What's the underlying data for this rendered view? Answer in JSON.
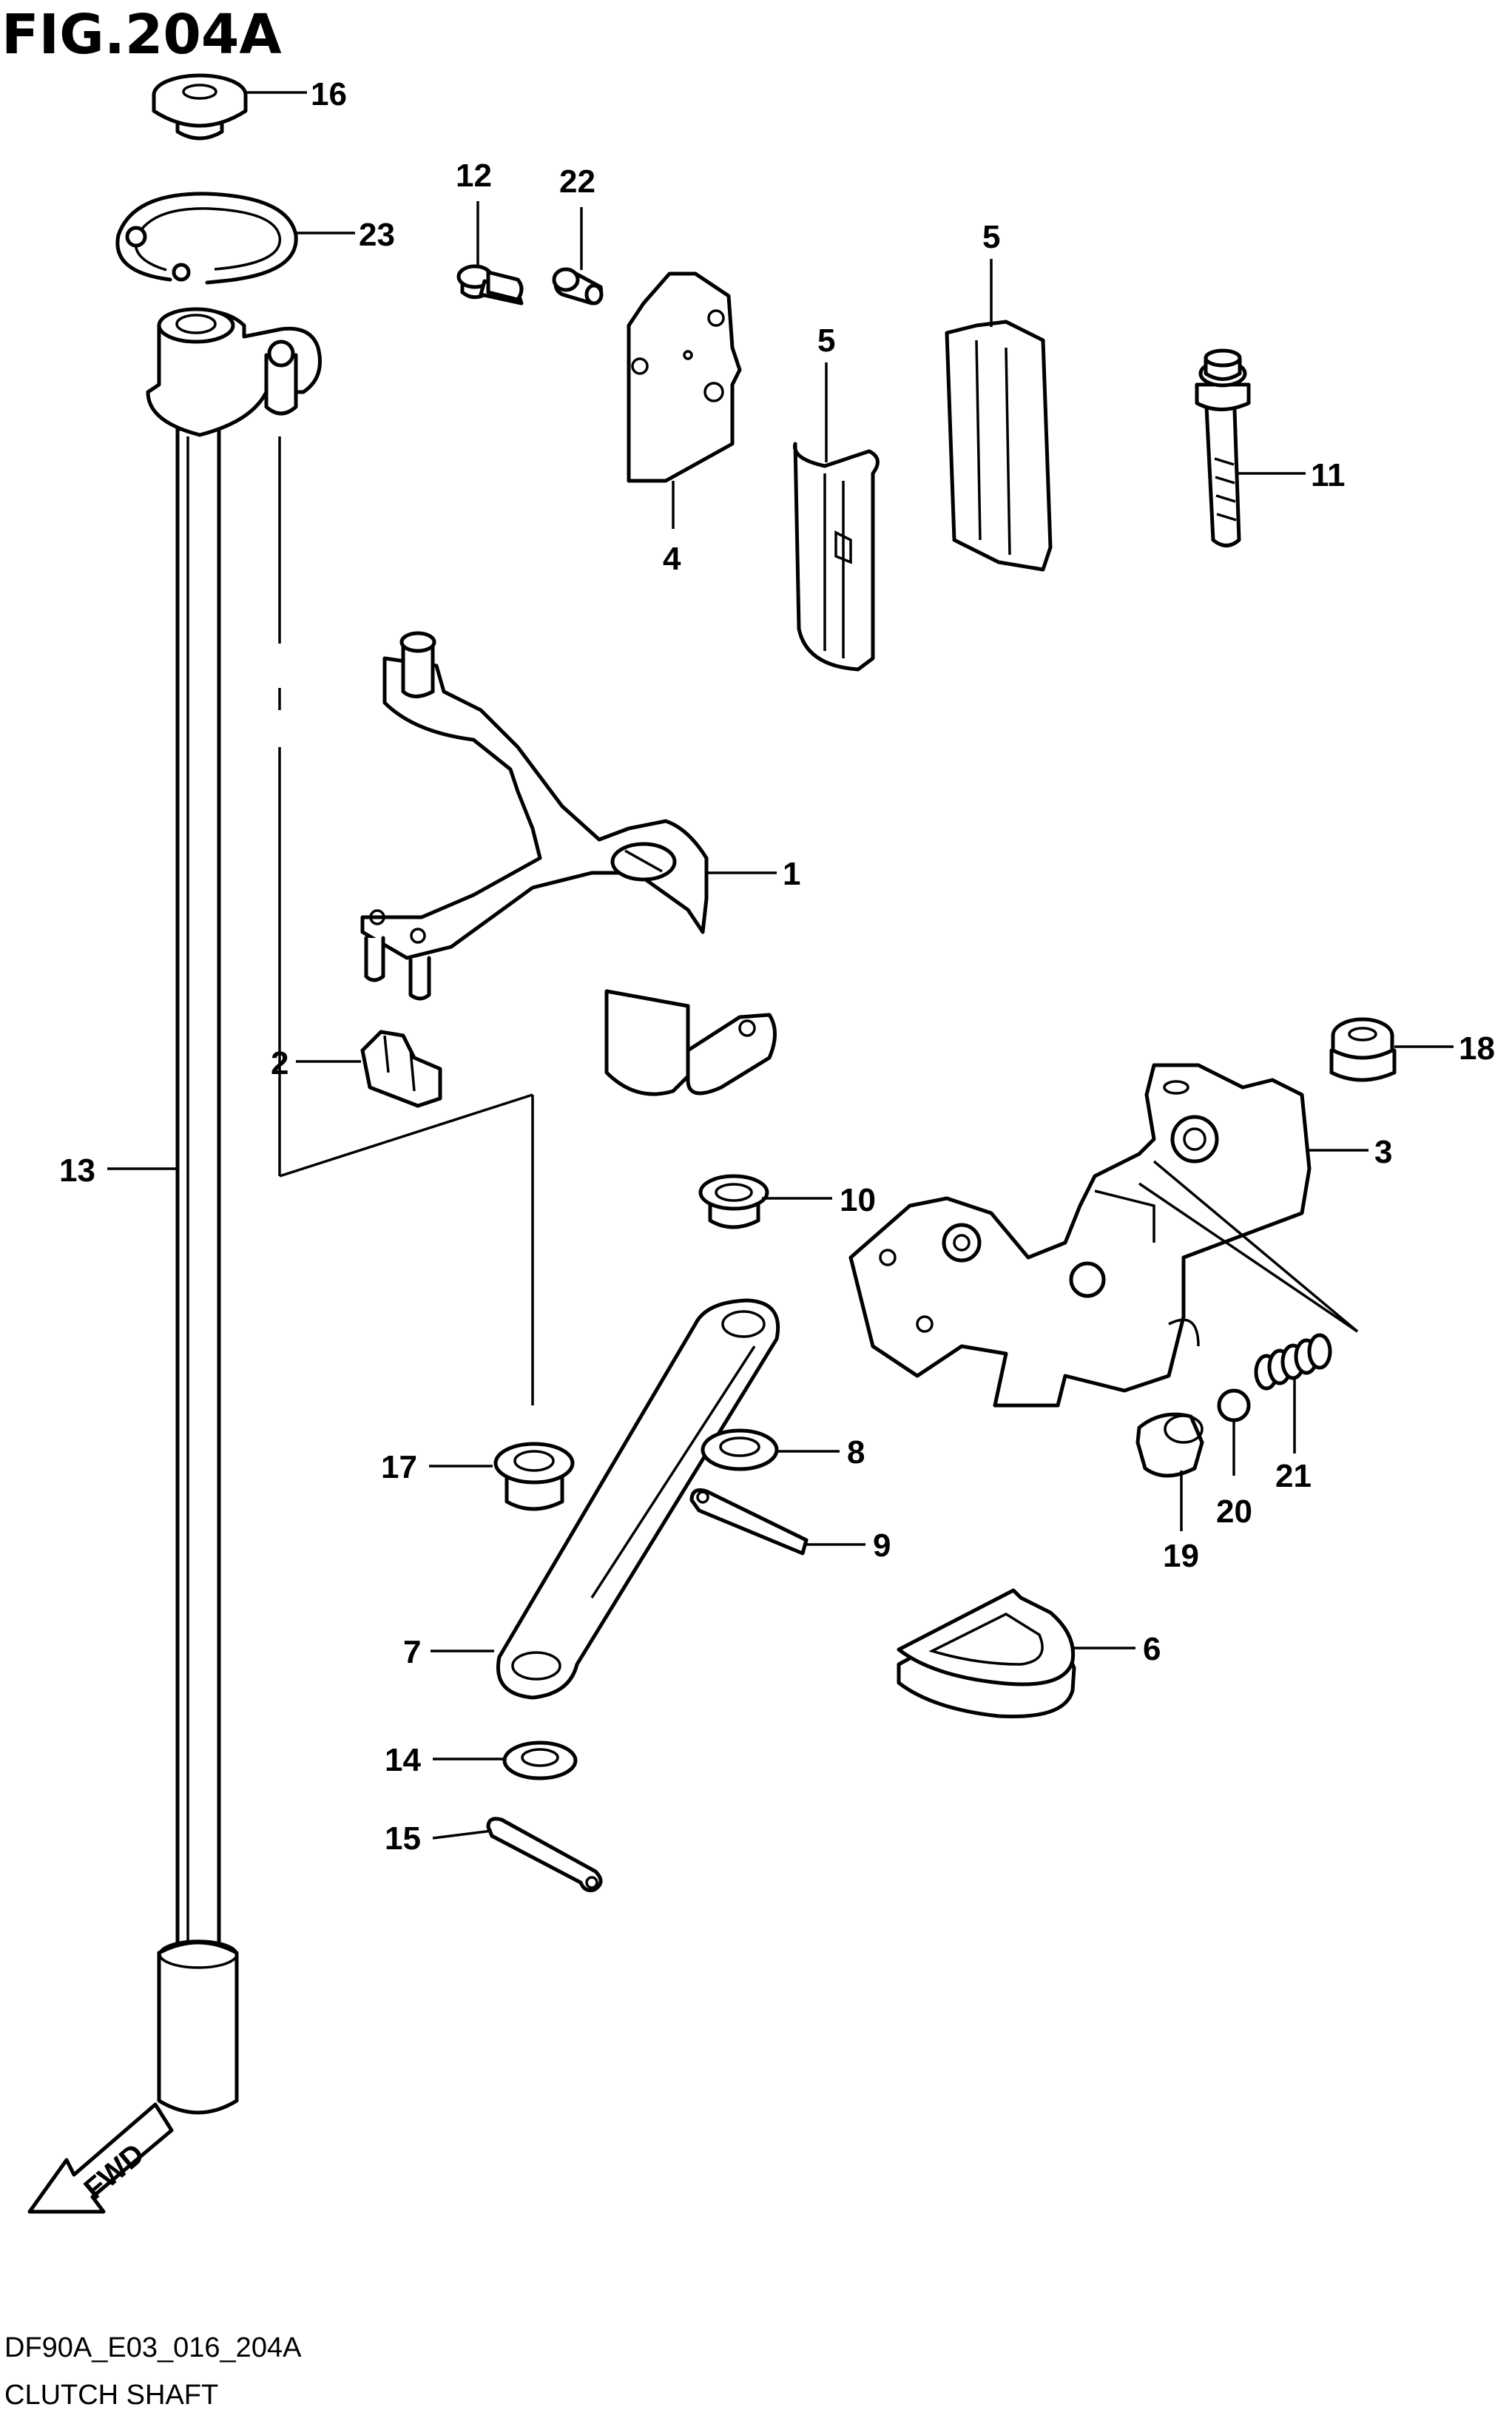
{
  "figure": {
    "title": "FIG.204A",
    "code": "DF90A_E03_016_204A",
    "caption": "CLUTCH SHAFT"
  },
  "direction_marker": {
    "label": "FWD",
    "icon": "forward-arrow-icon"
  },
  "callouts": [
    {
      "id": "c1",
      "label": "1"
    },
    {
      "id": "c2",
      "label": "2"
    },
    {
      "id": "c3",
      "label": "3"
    },
    {
      "id": "c4",
      "label": "4"
    },
    {
      "id": "c5a",
      "label": "5"
    },
    {
      "id": "c5b",
      "label": "5"
    },
    {
      "id": "c6",
      "label": "6"
    },
    {
      "id": "c7",
      "label": "7"
    },
    {
      "id": "c8",
      "label": "8"
    },
    {
      "id": "c9",
      "label": "9"
    },
    {
      "id": "c10",
      "label": "10"
    },
    {
      "id": "c11",
      "label": "11"
    },
    {
      "id": "c12",
      "label": "12"
    },
    {
      "id": "c13",
      "label": "13"
    },
    {
      "id": "c14",
      "label": "14"
    },
    {
      "id": "c15",
      "label": "15"
    },
    {
      "id": "c16",
      "label": "16"
    },
    {
      "id": "c17",
      "label": "17"
    },
    {
      "id": "c18",
      "label": "18"
    },
    {
      "id": "c19",
      "label": "19"
    },
    {
      "id": "c20",
      "label": "20"
    },
    {
      "id": "c21",
      "label": "21"
    },
    {
      "id": "c22",
      "label": "22"
    },
    {
      "id": "c23",
      "label": "23"
    }
  ]
}
